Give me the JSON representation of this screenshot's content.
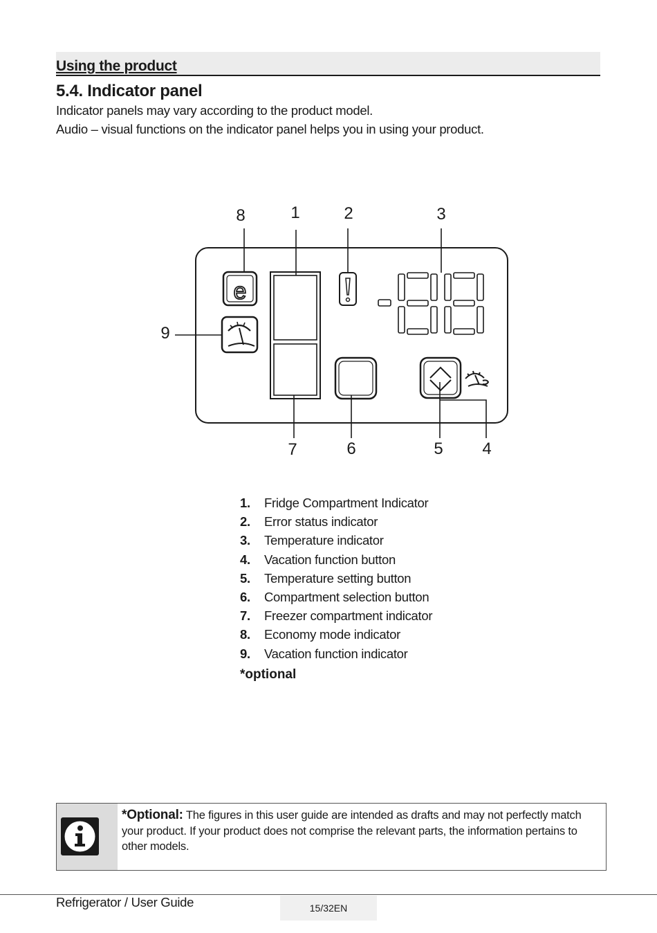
{
  "header": {
    "section_title": "Using the product",
    "heading": "5.4.  Indicator panel",
    "intro_line_1": "Indicator panels may vary according to the product model.",
    "intro_line_2": "Audio – visual functions on the indicator panel helps you in using your product."
  },
  "diagram": {
    "callouts": [
      "1",
      "2",
      "3",
      "4",
      "5",
      "6",
      "7",
      "8",
      "9"
    ],
    "icons": {
      "economy": "economy-e-icon",
      "vacation": "vacation-beach-umbrella-icon",
      "error": "exclamation-icon",
      "temperature_setting": "up-down-chevron-icon"
    }
  },
  "legend": {
    "items": [
      {
        "num": "1.",
        "label": "Fridge Compartment Indicator"
      },
      {
        "num": "2.",
        "label": "Error status indicator"
      },
      {
        "num": "3.",
        "label": "Temperature indicator"
      },
      {
        "num": "4.",
        "label": "Vacation function button"
      },
      {
        "num": "5.",
        "label": "Temperature setting button"
      },
      {
        "num": "6.",
        "label": "Compartment selection button"
      },
      {
        "num": "7.",
        "label": "Freezer compartment indicator"
      },
      {
        "num": "8.",
        "label": "Economy mode indicator"
      },
      {
        "num": "9.",
        "label": "Vacation function indicator"
      }
    ],
    "note": "*optional"
  },
  "info_box": {
    "lead": "*Optional:",
    "text": "The figures in this user guide are intended as drafts and may not perfectly match your product. If your product does not comprise the relevant parts, the information pertains to other models.",
    "icon": "info-icon"
  },
  "footer": {
    "doc_title": "Refrigerator / User Guide",
    "page": "15/32EN"
  }
}
